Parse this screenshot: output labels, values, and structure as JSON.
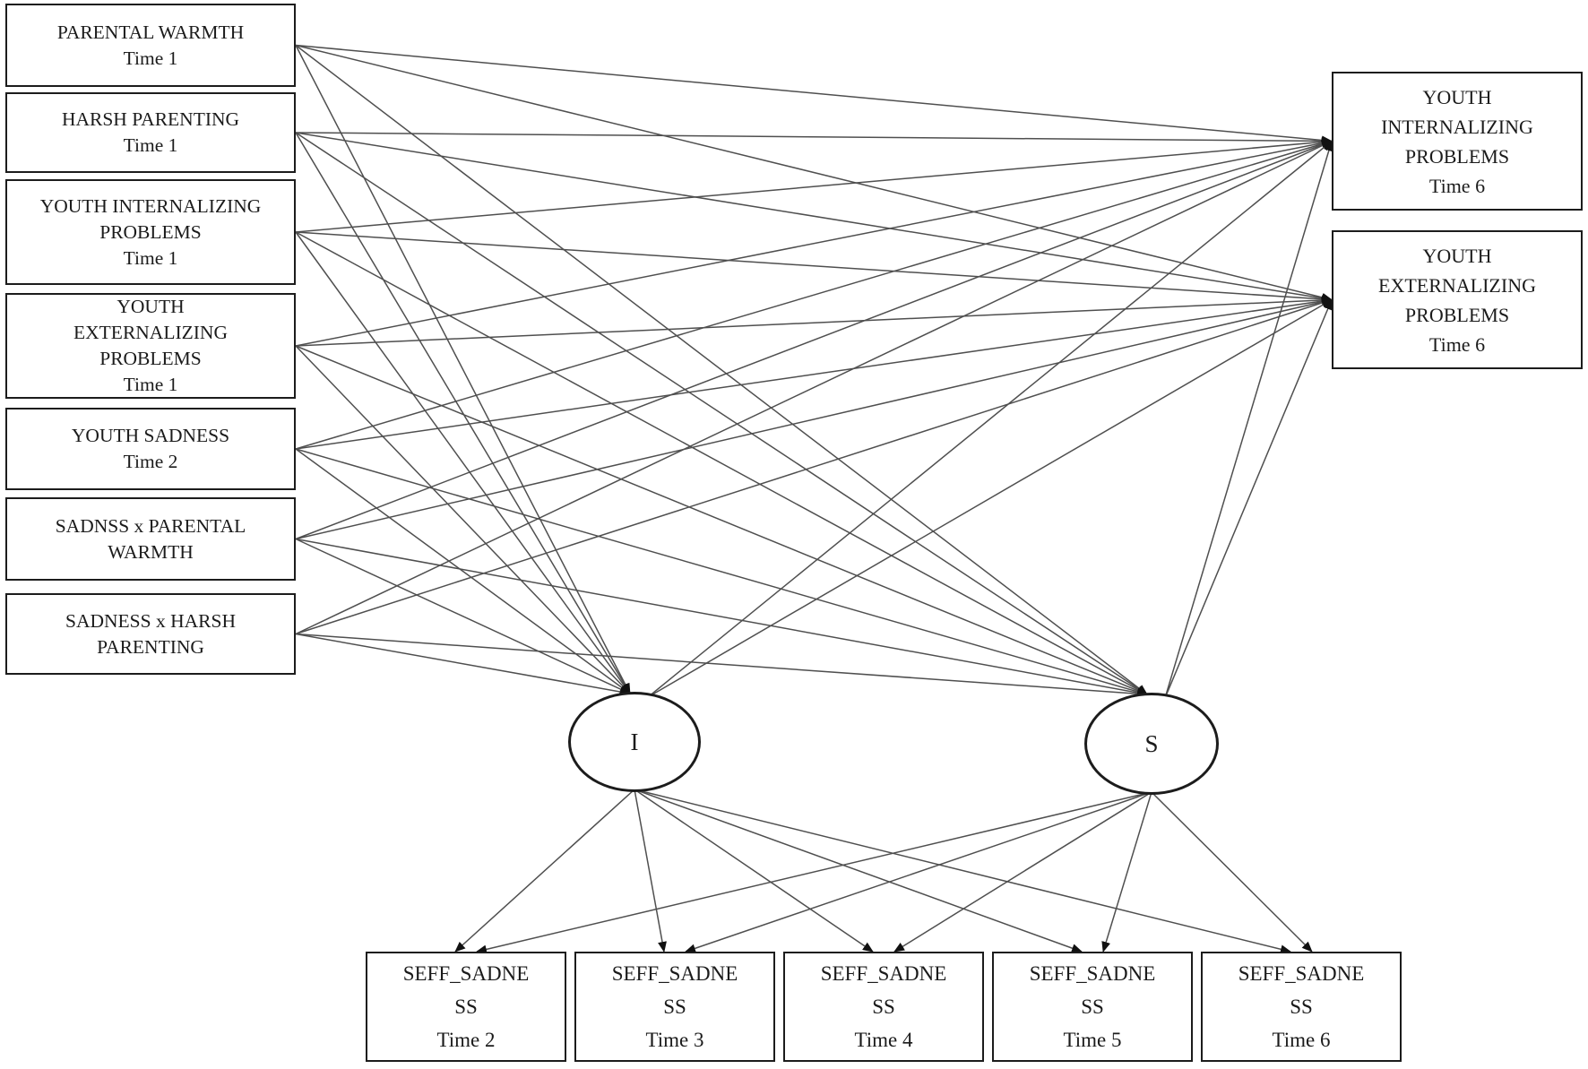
{
  "diagram": {
    "colors": {
      "ink": "#1c1c1c",
      "line": "#4f4f4f",
      "arrowhead": "#111111",
      "background": "#ffffff"
    },
    "nodes": {
      "left-1": {
        "lines": [
          "PARENTAL WARMTH",
          "Time 1"
        ]
      },
      "left-2": {
        "lines": [
          "HARSH PARENTING",
          "Time 1"
        ]
      },
      "left-3": {
        "lines": [
          "YOUTH INTERNALIZING",
          "PROBLEMS",
          "Time 1"
        ]
      },
      "left-4": {
        "lines": [
          "YOUTH",
          "EXTERNALIZING",
          "PROBLEMS",
          "Time 1"
        ]
      },
      "left-5": {
        "lines": [
          "YOUTH SADNESS",
          "Time 2"
        ]
      },
      "left-6": {
        "lines": [
          "SADNSS x PARENTAL",
          "WARMTH"
        ]
      },
      "left-7": {
        "lines": [
          "SADNESS x HARSH",
          "PARENTING"
        ]
      },
      "right-1": {
        "lines": [
          "YOUTH",
          "INTERNALIZING",
          "PROBLEMS",
          "Time 6"
        ]
      },
      "right-2": {
        "lines": [
          "YOUTH",
          "EXTERNALIZING",
          "PROBLEMS",
          "Time 6"
        ]
      },
      "latent-i": {
        "lines": [
          "I"
        ]
      },
      "latent-s": {
        "lines": [
          "S"
        ]
      },
      "bottom-1": {
        "lines": [
          "SEFF_SADNE",
          "SS",
          "Time 2"
        ]
      },
      "bottom-2": {
        "lines": [
          "SEFF_SADNE",
          "SS",
          "Time 3"
        ]
      },
      "bottom-3": {
        "lines": [
          "SEFF_SADNE",
          "SS",
          "Time 4"
        ]
      },
      "bottom-4": {
        "lines": [
          "SEFF_SADNE",
          "SS",
          "Time 5"
        ]
      },
      "bottom-5": {
        "lines": [
          "SEFF_SADNE",
          "SS",
          "Time 6"
        ]
      }
    },
    "edges": [
      [
        "left-1",
        "latent-i"
      ],
      [
        "left-1",
        "latent-s"
      ],
      [
        "left-1",
        "right-1"
      ],
      [
        "left-1",
        "right-2"
      ],
      [
        "left-2",
        "latent-i"
      ],
      [
        "left-2",
        "latent-s"
      ],
      [
        "left-2",
        "right-1"
      ],
      [
        "left-2",
        "right-2"
      ],
      [
        "left-3",
        "latent-i"
      ],
      [
        "left-3",
        "latent-s"
      ],
      [
        "left-3",
        "right-1"
      ],
      [
        "left-3",
        "right-2"
      ],
      [
        "left-4",
        "latent-i"
      ],
      [
        "left-4",
        "latent-s"
      ],
      [
        "left-4",
        "right-1"
      ],
      [
        "left-4",
        "right-2"
      ],
      [
        "left-5",
        "latent-i"
      ],
      [
        "left-5",
        "latent-s"
      ],
      [
        "left-5",
        "right-1"
      ],
      [
        "left-5",
        "right-2"
      ],
      [
        "left-6",
        "latent-i"
      ],
      [
        "left-6",
        "latent-s"
      ],
      [
        "left-6",
        "right-1"
      ],
      [
        "left-6",
        "right-2"
      ],
      [
        "left-7",
        "latent-i"
      ],
      [
        "left-7",
        "latent-s"
      ],
      [
        "left-7",
        "right-1"
      ],
      [
        "left-7",
        "right-2"
      ],
      [
        "latent-i",
        "right-1"
      ],
      [
        "latent-i",
        "right-2"
      ],
      [
        "latent-s",
        "right-1"
      ],
      [
        "latent-s",
        "right-2"
      ],
      [
        "latent-i",
        "bottom-1"
      ],
      [
        "latent-i",
        "bottom-2"
      ],
      [
        "latent-i",
        "bottom-3"
      ],
      [
        "latent-i",
        "bottom-4"
      ],
      [
        "latent-i",
        "bottom-5"
      ],
      [
        "latent-s",
        "bottom-1"
      ],
      [
        "latent-s",
        "bottom-2"
      ],
      [
        "latent-s",
        "bottom-3"
      ],
      [
        "latent-s",
        "bottom-4"
      ],
      [
        "latent-s",
        "bottom-5"
      ]
    ]
  }
}
